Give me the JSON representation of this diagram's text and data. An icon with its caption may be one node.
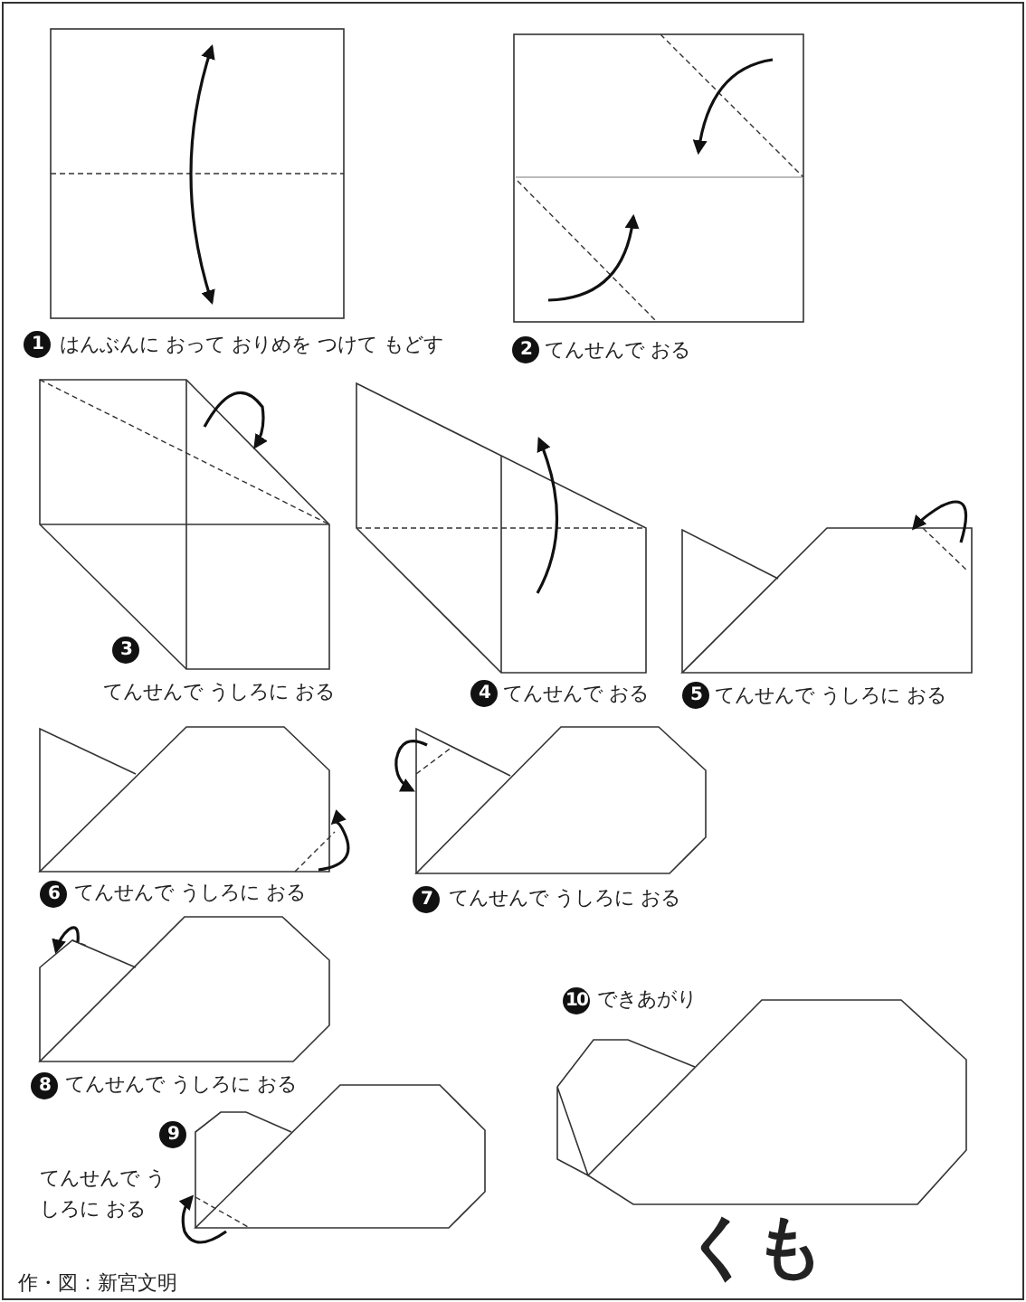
{
  "diagram": {
    "title": "くも",
    "labels": [
      "1",
      "はんぶんに おって おりめを つけて もどす",
      "2",
      "てんせんで おる",
      "3",
      "てんせんで うしろに おる",
      "4",
      "てんせんで おる",
      "5",
      "てんせんで うしろに おる",
      "6",
      "てんせんで うしろに おる",
      "7",
      "てんせんで うしろに おる",
      "8",
      "てんせんで うしろに おる",
      "9",
      "てんせんで うしろに おる",
      "10",
      "できあがり",
      "作・図：新宮文明"
    ]
  }
}
